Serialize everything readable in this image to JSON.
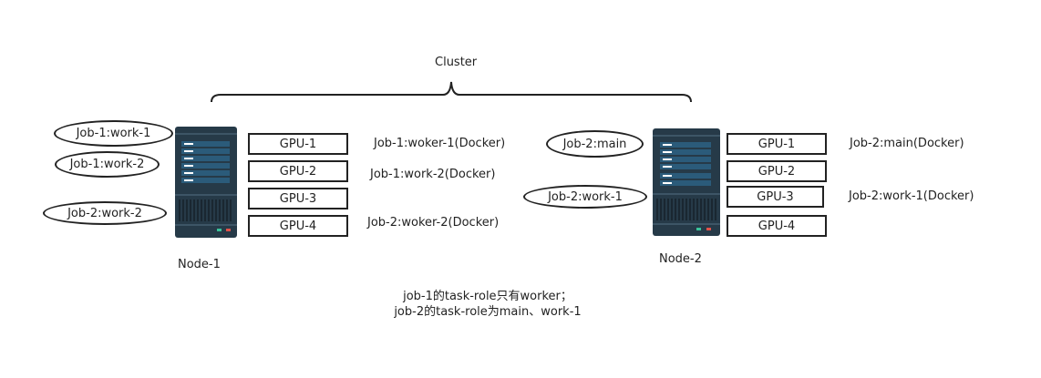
{
  "title": "Cluster",
  "nodes": [
    {
      "name": "Node-1",
      "tasks": [
        "Job-1:work-1",
        "Job-1:work-2",
        "Job-2:work-2"
      ],
      "gpus": [
        "GPU-1",
        "GPU-2",
        "GPU-3",
        "GPU-4"
      ],
      "assignments": [
        "Job-1:woker-1(Docker)",
        "Job-1:work-2(Docker)",
        "Job-2:woker-2(Docker)"
      ]
    },
    {
      "name": "Node-2",
      "tasks": [
        "Job-2:main",
        "Job-2:work-1"
      ],
      "gpus": [
        "GPU-1",
        "GPU-2",
        "GPU-3",
        "GPU-4"
      ],
      "assignments": [
        "Job-2:main(Docker)",
        "Job-2:work-1(Docker)"
      ]
    }
  ],
  "notes": [
    "job-1的task-role只有worker；",
    "job-2的task-role为main、work-1"
  ],
  "colors": {
    "server_body": "#263a48",
    "server_panel": "#2b5b7a",
    "server_led_green": "#3ac29a",
    "server_led_red": "#e0524a",
    "outline": "#222222"
  }
}
